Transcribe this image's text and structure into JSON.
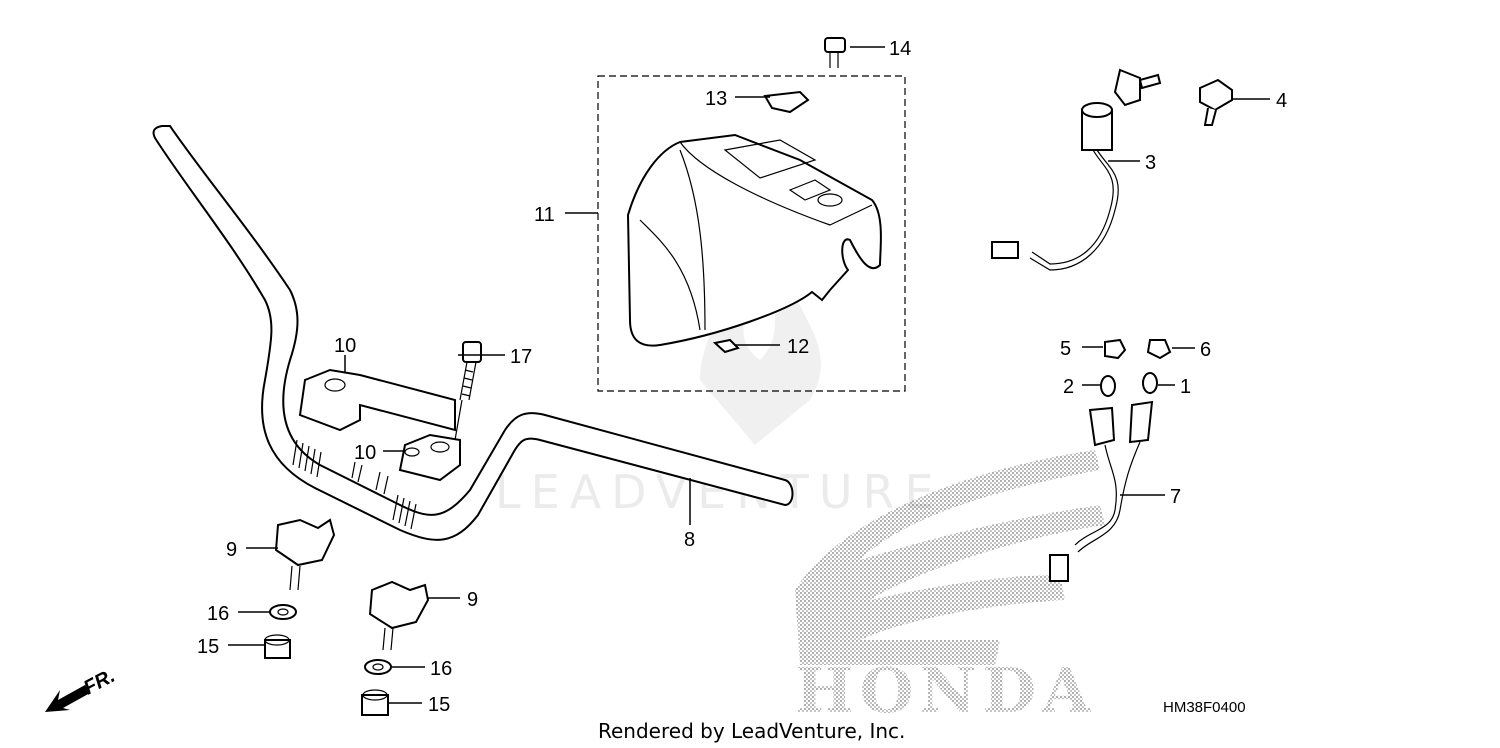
{
  "diagram": {
    "callouts": {
      "c1": "1",
      "c2": "2",
      "c3": "3",
      "c4": "4",
      "c5": "5",
      "c6": "6",
      "c7": "7",
      "c8": "8",
      "c9a": "9",
      "c9b": "9",
      "c10a": "10",
      "c10b": "10",
      "c11": "11",
      "c12": "12",
      "c13": "13",
      "c14": "14",
      "c15a": "15",
      "c15b": "15",
      "c16a": "16",
      "c16b": "16",
      "c17": "17"
    },
    "watermark_text": "LEADVENTURE",
    "logo_text": "HONDA",
    "diagram_code": "HM38F0400",
    "footer_text": "Rendered by LeadVenture, Inc.",
    "direction_label": "FR."
  }
}
